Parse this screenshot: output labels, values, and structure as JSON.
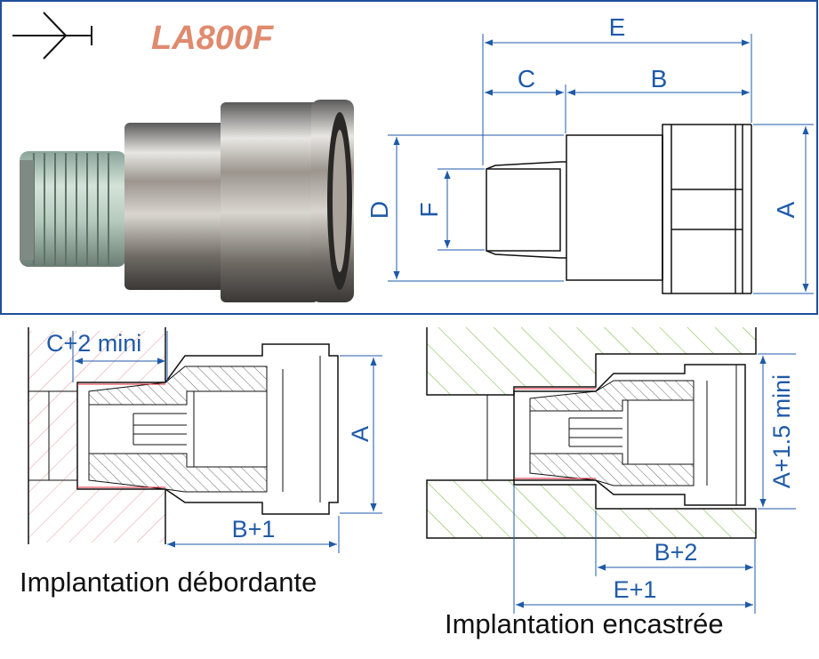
{
  "product": {
    "code": "LA800F"
  },
  "colors": {
    "frame": "#1f4e9c",
    "dimension": "#1f5aa8",
    "title": "#e08a6e",
    "hatch_red": "#e89aa8",
    "hatch_green": "#7fbf4f",
    "section_hatch": "#333333",
    "symbol": "#111111"
  },
  "icons": {
    "symbol": "arrow-fork-symbol-icon",
    "photo": "fitting-photo-icon"
  },
  "top_drawing": {
    "dim_labels": {
      "E": "E",
      "C": "C",
      "B": "B",
      "D": "D",
      "F": "F",
      "A": "A"
    }
  },
  "left_drawing": {
    "dim_labels": {
      "c_plus_2": "C+2 mini",
      "A": "A",
      "b_plus_1": "B+1"
    },
    "caption": "Implantation débordante"
  },
  "right_drawing": {
    "dim_labels": {
      "a_plus_1_5": "A+1.5 mini",
      "b_plus_2": "B+2",
      "e_plus_1": "E+1"
    },
    "caption": "Implantation encastrée"
  }
}
